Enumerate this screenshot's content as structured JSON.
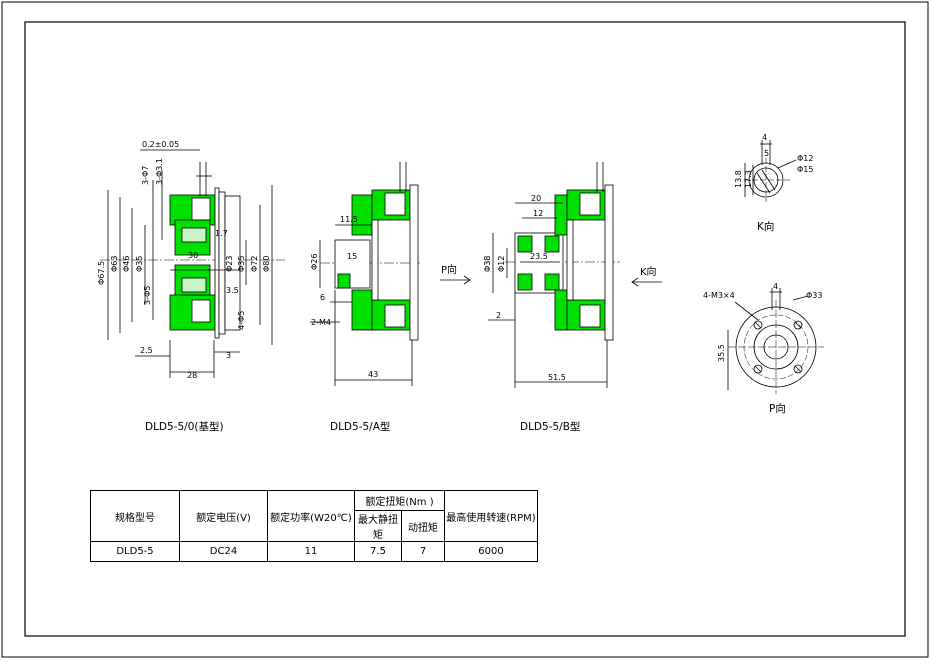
{
  "views": {
    "base": {
      "caption": "DLD5-5/0(基型)",
      "dims": [
        "0.2±0.05",
        "3-Φ7",
        "3-Φ3.1",
        "Φ67.5",
        "Φ63",
        "Φ46",
        "Φ35",
        "3-Φ5",
        "1.7",
        "30",
        "Φ23",
        "Φ35",
        "Φ72",
        "Φ80",
        "3.5",
        "4-Φ5",
        "2.5",
        "3",
        "28"
      ]
    },
    "type_a": {
      "caption": "DLD5-5/A型",
      "dims": [
        "11.5",
        "Φ26",
        "15",
        "6",
        "2-M4",
        "43"
      ]
    },
    "type_b": {
      "caption": "DLD5-5/B型",
      "dims": [
        "20",
        "12",
        "Φ38",
        "Φ12",
        "23.5",
        "2",
        "51.5"
      ]
    },
    "arrow_p": "P向",
    "arrow_k": "K向",
    "k_view": {
      "caption": "K向",
      "dims": [
        "4",
        "5",
        "Φ12",
        "Φ15",
        "13.8",
        "17.3"
      ]
    },
    "p_view": {
      "caption": "P向",
      "dims": [
        "4-M3×4",
        "4",
        "Φ33",
        "35.5"
      ]
    }
  },
  "spec_table": {
    "headers": {
      "model": "规格型号",
      "voltage": "额定电压(V)",
      "power": "额定功率(W20℃)",
      "torque": "额定扭矩(Nm )",
      "torque_static": "最大静扭矩",
      "torque_dynamic": "动扭矩",
      "speed": "最高使用转速(RPM)"
    },
    "row": {
      "model": "DLD5-5",
      "voltage": "DC24",
      "power": "11",
      "torque_static": "7.5",
      "torque_dynamic": "7",
      "speed": "6000"
    }
  },
  "colors": {
    "body_green": "#00e000",
    "light_green": "#c8f5c8",
    "line": "#000000",
    "background": "#ffffff"
  }
}
